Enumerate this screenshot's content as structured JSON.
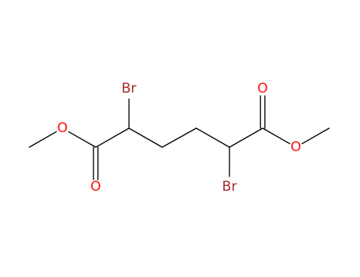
{
  "molecule": {
    "atoms": [
      {
        "id": "me1",
        "label": ""
      },
      {
        "id": "o_ester1",
        "label": "O",
        "color": "#ff0d0d"
      },
      {
        "id": "c_carbonyl1",
        "label": ""
      },
      {
        "id": "o_keto1",
        "label": "O",
        "color": "#ff0d0d"
      },
      {
        "id": "c_alpha1",
        "label": ""
      },
      {
        "id": "br1",
        "label": "Br",
        "color": "#a62929"
      },
      {
        "id": "c_mid1",
        "label": ""
      },
      {
        "id": "c_mid2",
        "label": ""
      },
      {
        "id": "c_alpha2",
        "label": ""
      },
      {
        "id": "br2",
        "label": "Br",
        "color": "#a62929"
      },
      {
        "id": "c_carbonyl2",
        "label": ""
      },
      {
        "id": "o_keto2",
        "label": "O",
        "color": "#ff0d0d"
      },
      {
        "id": "o_ester2",
        "label": "O",
        "color": "#ff0d0d"
      },
      {
        "id": "me2",
        "label": ""
      }
    ],
    "bonds": [
      {
        "from": "me1",
        "to": "o_ester1",
        "order": 1
      },
      {
        "from": "o_ester1",
        "to": "c_carbonyl1",
        "order": 1
      },
      {
        "from": "c_carbonyl1",
        "to": "o_keto1",
        "order": 2
      },
      {
        "from": "c_carbonyl1",
        "to": "c_alpha1",
        "order": 1
      },
      {
        "from": "c_alpha1",
        "to": "br1",
        "order": 1
      },
      {
        "from": "c_alpha1",
        "to": "c_mid1",
        "order": 1
      },
      {
        "from": "c_mid1",
        "to": "c_mid2",
        "order": 1
      },
      {
        "from": "c_mid2",
        "to": "c_alpha2",
        "order": 1
      },
      {
        "from": "c_alpha2",
        "to": "br2",
        "order": 1
      },
      {
        "from": "c_alpha2",
        "to": "c_carbonyl2",
        "order": 1
      },
      {
        "from": "c_carbonyl2",
        "to": "o_keto2",
        "order": 2
      },
      {
        "from": "c_carbonyl2",
        "to": "o_ester2",
        "order": 1
      },
      {
        "from": "o_ester2",
        "to": "me2",
        "order": 1
      }
    ]
  }
}
